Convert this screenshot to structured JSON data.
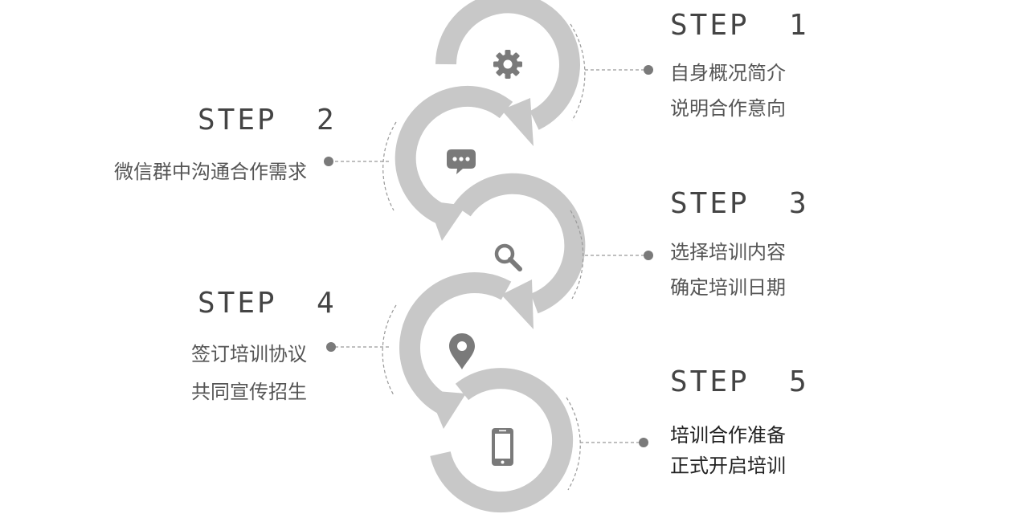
{
  "steps": [
    {
      "title": "STEP  1",
      "lines": [
        "自身概况简介",
        "说明合作意向"
      ],
      "icon": "gear-icon"
    },
    {
      "title": "STEP  2",
      "lines": [
        "微信群中沟通合作需求"
      ],
      "icon": "chat-bubble-icon"
    },
    {
      "title": "STEP  3",
      "lines": [
        "选择培训内容",
        "确定培训日期"
      ],
      "icon": "search-icon"
    },
    {
      "title": "STEP  4",
      "lines": [
        "签订培训协议",
        "共同宣传招生"
      ],
      "icon": "location-pin-icon"
    },
    {
      "title": "STEP  5",
      "lines": [
        "培训合作准备",
        "正式开启培训"
      ],
      "icon": "smartphone-icon"
    }
  ],
  "colors": {
    "arc": "#c8c8c8",
    "icon": "#7a7a7a",
    "connector": "#999999",
    "text": "#555555",
    "title": "#444444"
  }
}
